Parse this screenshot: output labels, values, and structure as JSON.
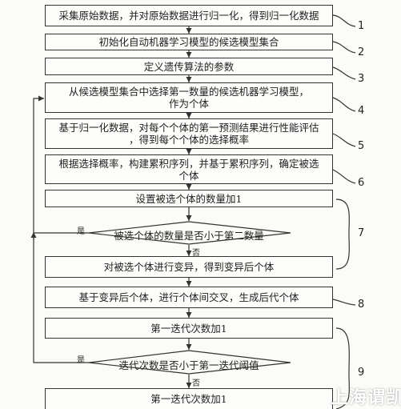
{
  "steps": {
    "s1": "采集原始数据，并对原始数据进行归一化，得到归一化数据",
    "s2": "初始化自动机器学习模型的候选模型集合",
    "s3": "定义遗传算法的参数",
    "s4": "从候选模型集合中选择第一数量的候选机器学习模型，\n作为个体",
    "s5": "基于归一化数据，对每个个体的第一预测结果进行性能评估\n，得到每个个体的选择概率",
    "s6": "根据选择概率，构建累积序列，并基于累积序列，确定被选\n个体",
    "s7a": "设置被选个体的数量加1",
    "d1": "被选个体的数量是否小于第二数量",
    "s7b": "对被选个体进行变异，得到变异后个体",
    "s8": "基于变异后个体，进行个体间交叉，生成后代个体",
    "s9a": "第一迭代次数加1",
    "d2": "迭代次数是否小于第一迭代阈值",
    "s9b": "第一迭代次数加1"
  },
  "labels": {
    "n1": "1",
    "n2": "2",
    "n3": "3",
    "n4": "4",
    "n5": "5",
    "n6": "6",
    "n7": "7",
    "n8": "8",
    "n9": "9"
  },
  "branch": {
    "yes": "是",
    "no": "否"
  },
  "watermark": "上海谓凯"
}
